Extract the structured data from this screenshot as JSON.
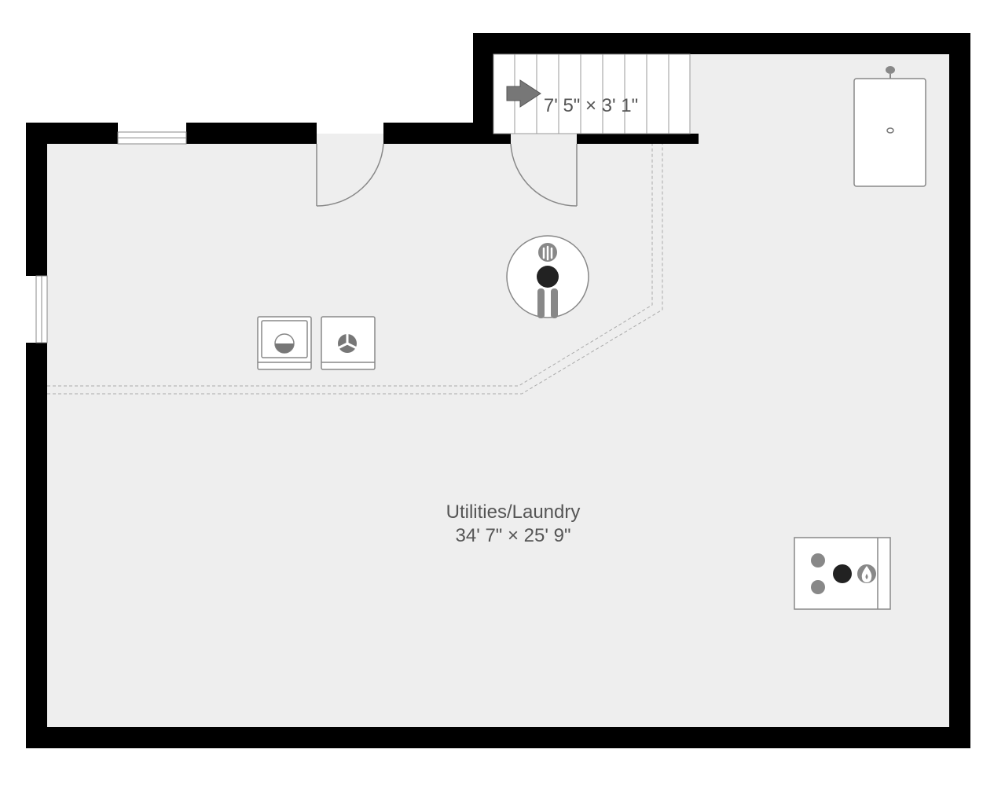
{
  "plan": {
    "rooms": [
      {
        "name": "Utilities/Laundry",
        "dimensions": "34' 7\" × 25' 9\""
      }
    ],
    "stairs": {
      "dimensions": "7' 5\" × 3' 1\""
    }
  },
  "colors": {
    "wall": "#000000",
    "floor": "#eeeeee",
    "fixture_stroke": "#888888",
    "fixture_fill": "#ffffff",
    "icon_dark": "#222222",
    "icon_gray": "#888888",
    "label": "#555555"
  },
  "fixtures": [
    "washer-icon",
    "dryer-icon",
    "water-heater-icon",
    "furnace-icon",
    "utility-sink-icon",
    "staircase-icon"
  ]
}
